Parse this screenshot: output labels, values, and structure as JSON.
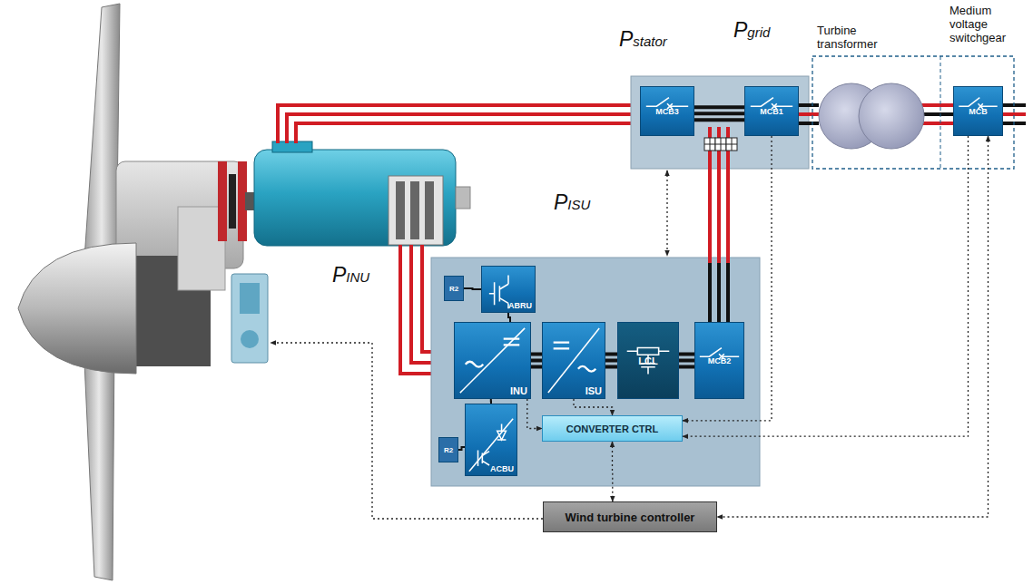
{
  "diagram": {
    "nodes": [
      {
        "text": [
          "MCB3"
        ]
      },
      {
        "text": [
          "MCB1"
        ]
      },
      {
        "text": [
          "MCB"
        ]
      },
      {
        "text": [
          "R2"
        ]
      },
      {
        "text": [
          "ABRU"
        ]
      },
      {
        "text": [
          "INU"
        ]
      },
      {
        "text": [
          "ISU"
        ]
      },
      {
        "text": [
          "LCL"
        ]
      },
      {
        "text": [
          "MCB2"
        ]
      },
      {
        "text": [
          "R2"
        ]
      },
      {
        "text": [
          "ACBU"
        ]
      },
      {
        "text": [
          "CONVERTER CTRL"
        ]
      },
      {
        "text": [
          "Wind turbine controller"
        ]
      }
    ],
    "edges": [
      {
        "from": 0,
        "to": 1,
        "arrow": "none"
      },
      {
        "from": 3,
        "to": 4,
        "arrow": "none"
      },
      {
        "from": 4,
        "to": 5,
        "arrow": "none"
      },
      {
        "from": 5,
        "to": 6,
        "arrow": "none"
      },
      {
        "from": 6,
        "to": 7,
        "arrow": "none"
      },
      {
        "from": 7,
        "to": 8,
        "arrow": "none"
      },
      {
        "from": 9,
        "to": 10,
        "arrow": "none"
      },
      {
        "from": 10,
        "to": 5,
        "arrow": "none"
      },
      {
        "from": 1,
        "to": 11,
        "arrow": "to"
      },
      {
        "from": 2,
        "to": 11,
        "arrow": "to"
      },
      {
        "from": 2,
        "to": 12,
        "arrow": "both"
      },
      {
        "from": 5,
        "to": 11,
        "arrow": "to"
      },
      {
        "from": 6,
        "to": 11,
        "arrow": "to"
      },
      {
        "from": 11,
        "to": 12,
        "arrow": "both"
      }
    ],
    "labels": [
      "Pstator",
      "Pgrid",
      "PISU",
      "PINU",
      "Turbine transformer",
      "Medium voltage switchgear"
    ]
  }
}
